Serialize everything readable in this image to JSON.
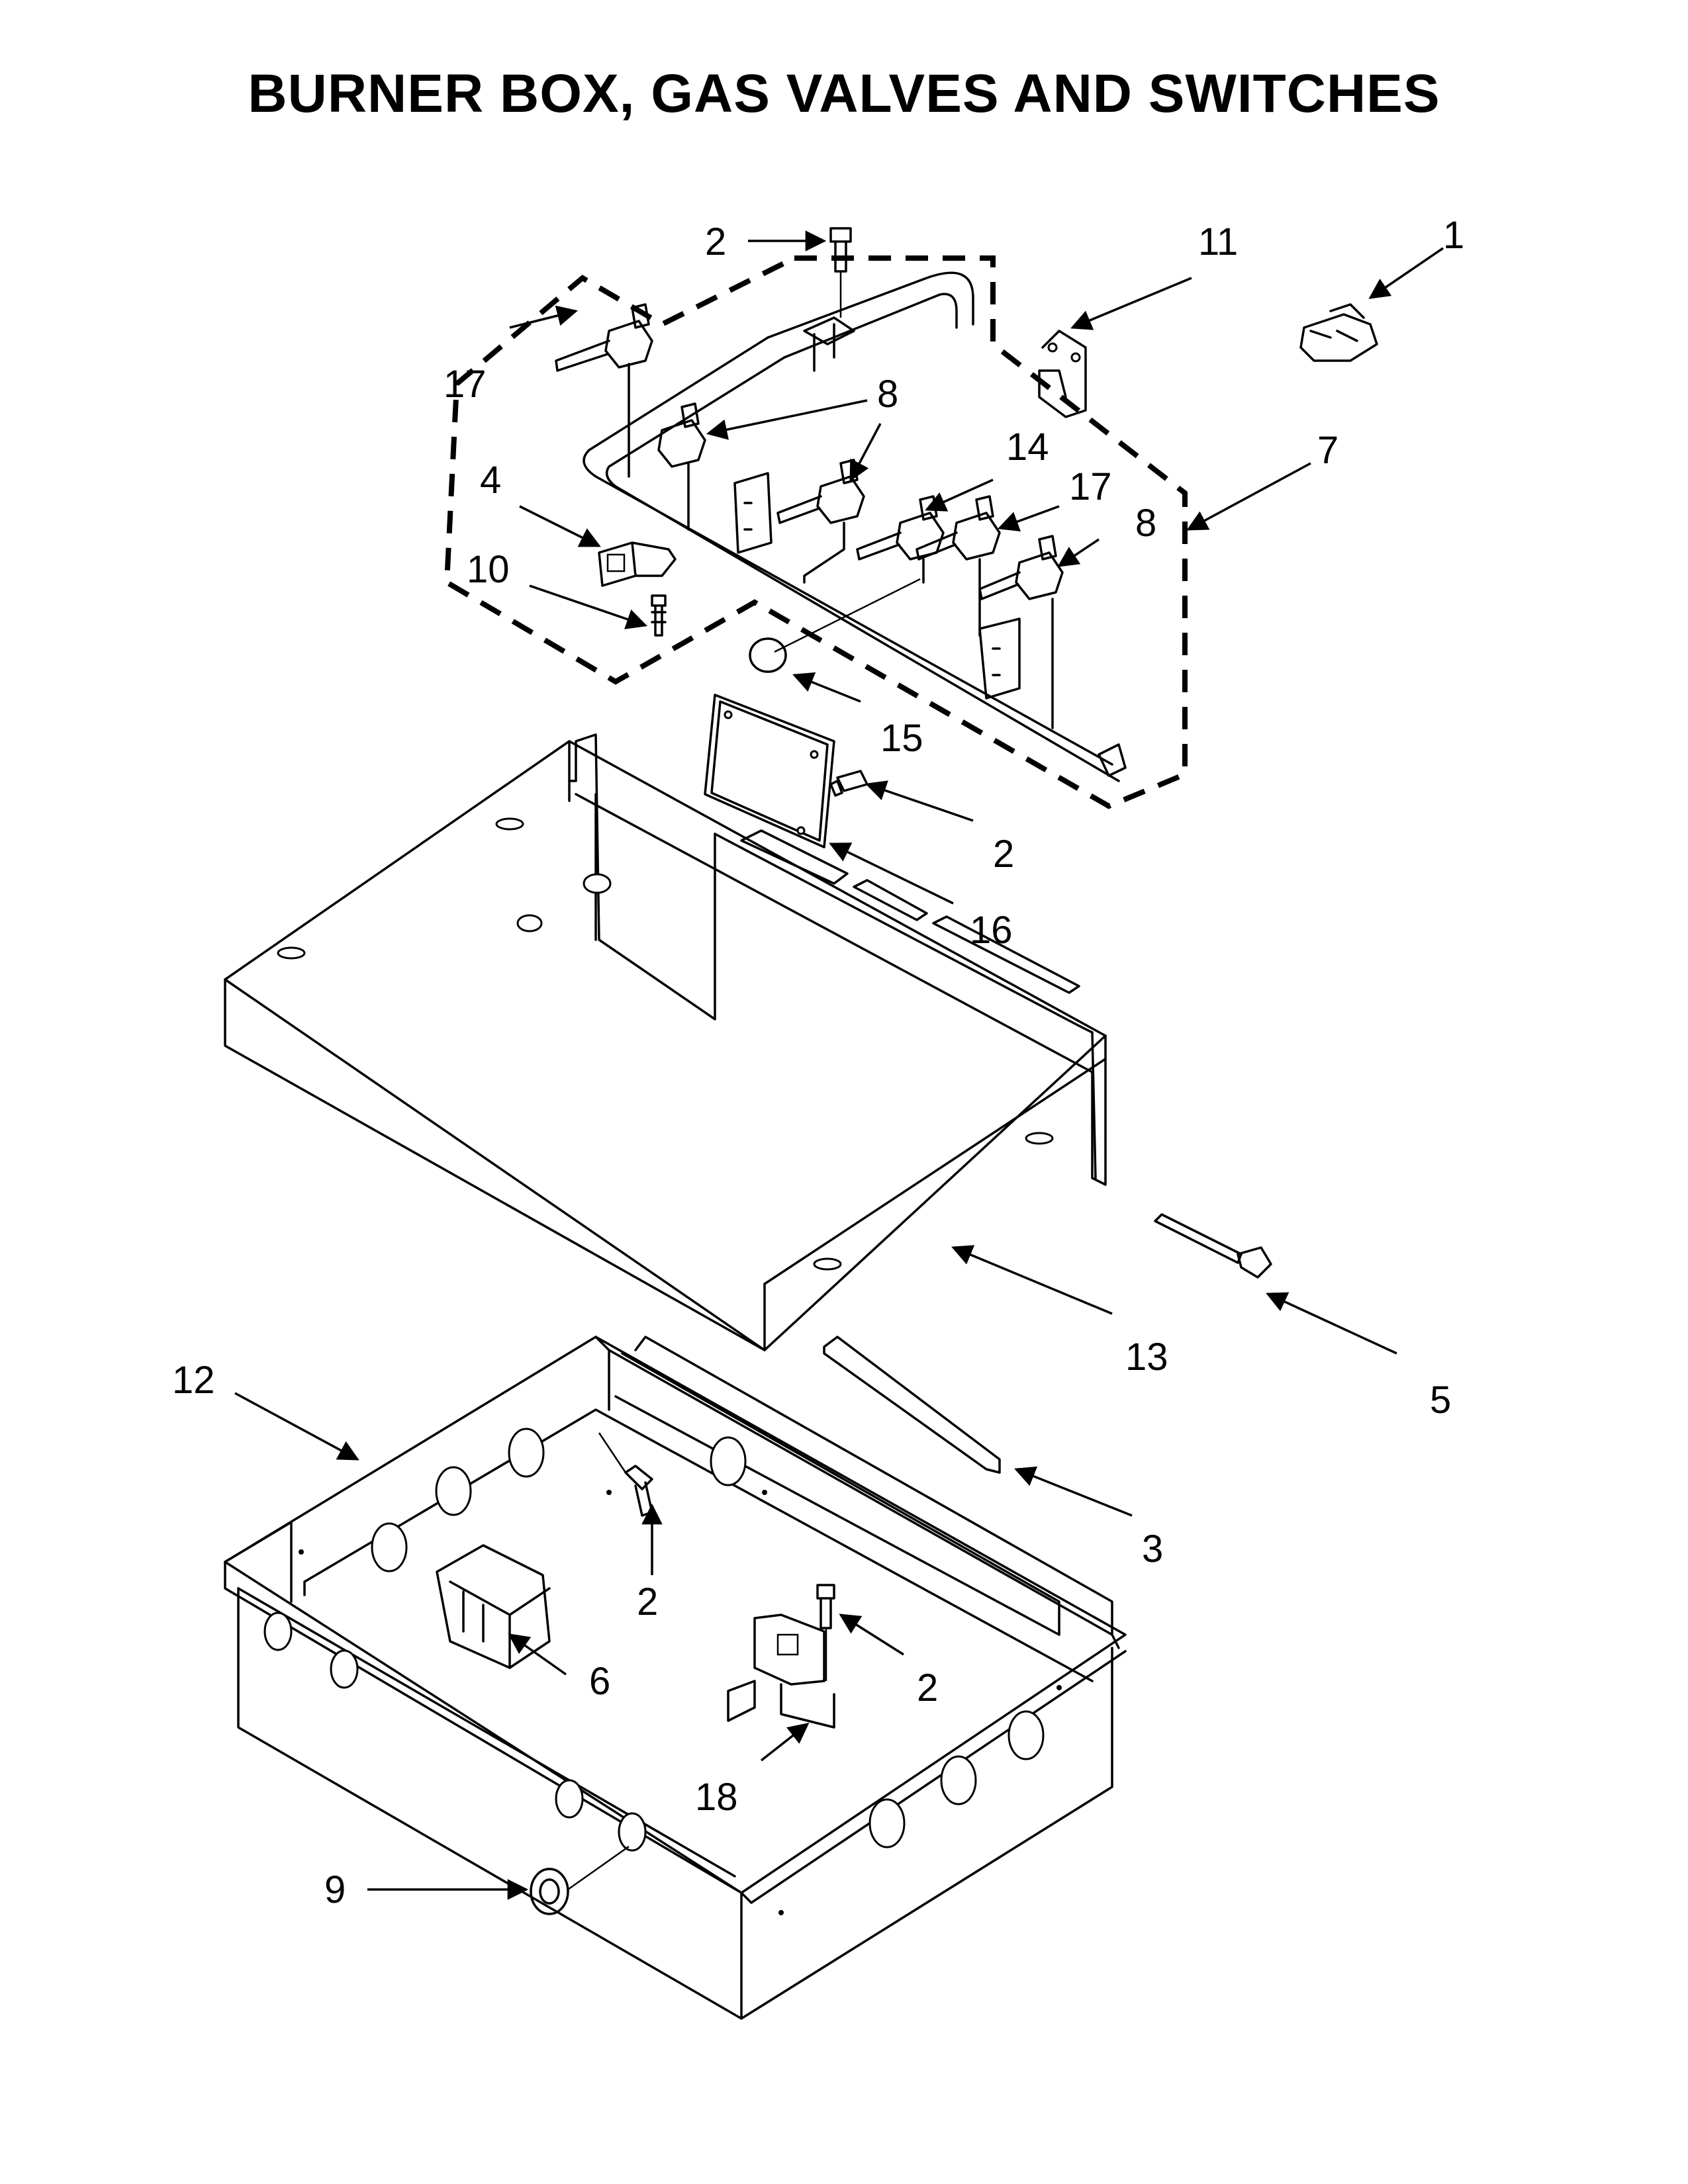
{
  "title": "BURNER BOX, GAS VALVES AND SWITCHES",
  "callouts": [
    {
      "id": "c2a",
      "label": "2"
    },
    {
      "id": "c11",
      "label": "11"
    },
    {
      "id": "c1",
      "label": "1"
    },
    {
      "id": "c17a",
      "label": "17"
    },
    {
      "id": "c8a",
      "label": "8"
    },
    {
      "id": "c4",
      "label": "4"
    },
    {
      "id": "c14",
      "label": "14"
    },
    {
      "id": "c7",
      "label": "7"
    },
    {
      "id": "c17b",
      "label": "17"
    },
    {
      "id": "c8b",
      "label": "8"
    },
    {
      "id": "c10",
      "label": "10"
    },
    {
      "id": "c15",
      "label": "15"
    },
    {
      "id": "c2b",
      "label": "2"
    },
    {
      "id": "c16",
      "label": "16"
    },
    {
      "id": "c13",
      "label": "13"
    },
    {
      "id": "c5",
      "label": "5"
    },
    {
      "id": "c12",
      "label": "12"
    },
    {
      "id": "c3",
      "label": "3"
    },
    {
      "id": "c2c",
      "label": "2"
    },
    {
      "id": "c6",
      "label": "6"
    },
    {
      "id": "c2d",
      "label": "2"
    },
    {
      "id": "c18",
      "label": "18"
    },
    {
      "id": "c9",
      "label": "9"
    }
  ]
}
